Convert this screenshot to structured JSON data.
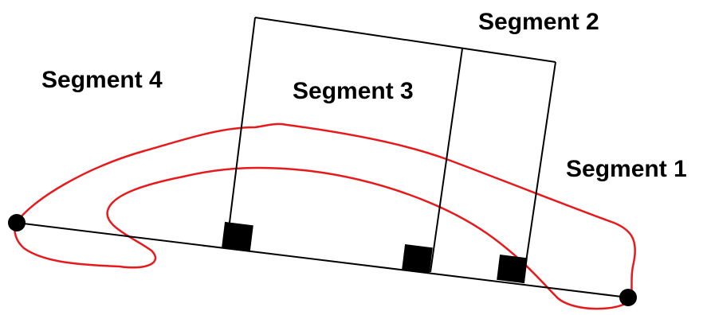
{
  "labels": {
    "segment_1": "Segment 1",
    "segment_2": "Segment 2",
    "segment_3": "Segment 3",
    "segment_4": "Segment 4"
  },
  "colors": {
    "outline": "#e8191b",
    "lines": "#000000",
    "background": "#ffffff"
  }
}
